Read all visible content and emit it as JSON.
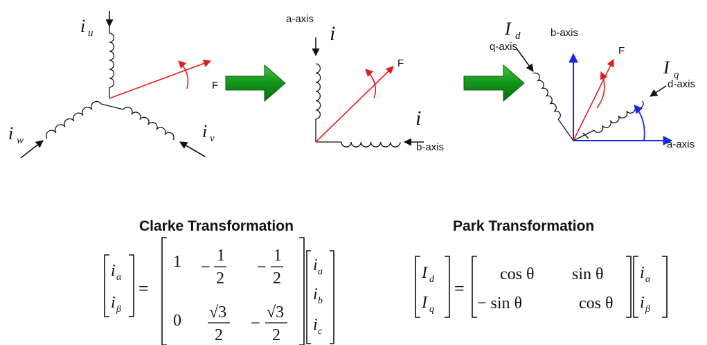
{
  "colors": {
    "red": "#e41b1b",
    "blue": "#1a28e6",
    "green_arrow": "#1aa01a",
    "green_arrow_dark": "#0b5e0b",
    "ink": "#111111"
  },
  "diagram1": {
    "current_u": "i",
    "current_u_sub": "u",
    "current_v": "i",
    "current_v_sub": "v",
    "current_w": "i",
    "current_w_sub": "w",
    "flux_label": "F"
  },
  "diagram2": {
    "a_axis_label": "a-axis",
    "b_axis_label": "b-axis",
    "current_a": "i",
    "current_b": "i",
    "flux_label": "F"
  },
  "diagram3": {
    "b_axis_label": "b-axis",
    "a_axis_label": "a-axis",
    "q_axis_label": "q-axis",
    "d_axis_label": "d-axis",
    "current_d": "I",
    "current_d_sub": "d",
    "current_q": "I",
    "current_q_sub": "q",
    "flux_label": "F"
  },
  "clarke": {
    "title": "Clarke Transformation",
    "lhs": [
      "i",
      "i"
    ],
    "lhs_subs": [
      "α",
      "β"
    ],
    "equals": "=",
    "row1": [
      "1",
      "−",
      "1",
      "2",
      "−",
      "1",
      "2"
    ],
    "row2": [
      "0",
      "√3",
      "2",
      "−",
      "√3",
      "2"
    ],
    "rhs": [
      "i",
      "i",
      "i"
    ],
    "rhs_subs": [
      "a",
      "b",
      "c"
    ]
  },
  "park": {
    "title": "Park Transformation",
    "lhs": [
      "I",
      "I"
    ],
    "lhs_subs": [
      "d",
      "q"
    ],
    "equals": "=",
    "m11": "cos θ",
    "m12": "sin θ",
    "m21": "− sin θ",
    "m22": "cos θ",
    "rhs": [
      "i",
      "i"
    ],
    "rhs_subs": [
      "α",
      "β"
    ]
  }
}
